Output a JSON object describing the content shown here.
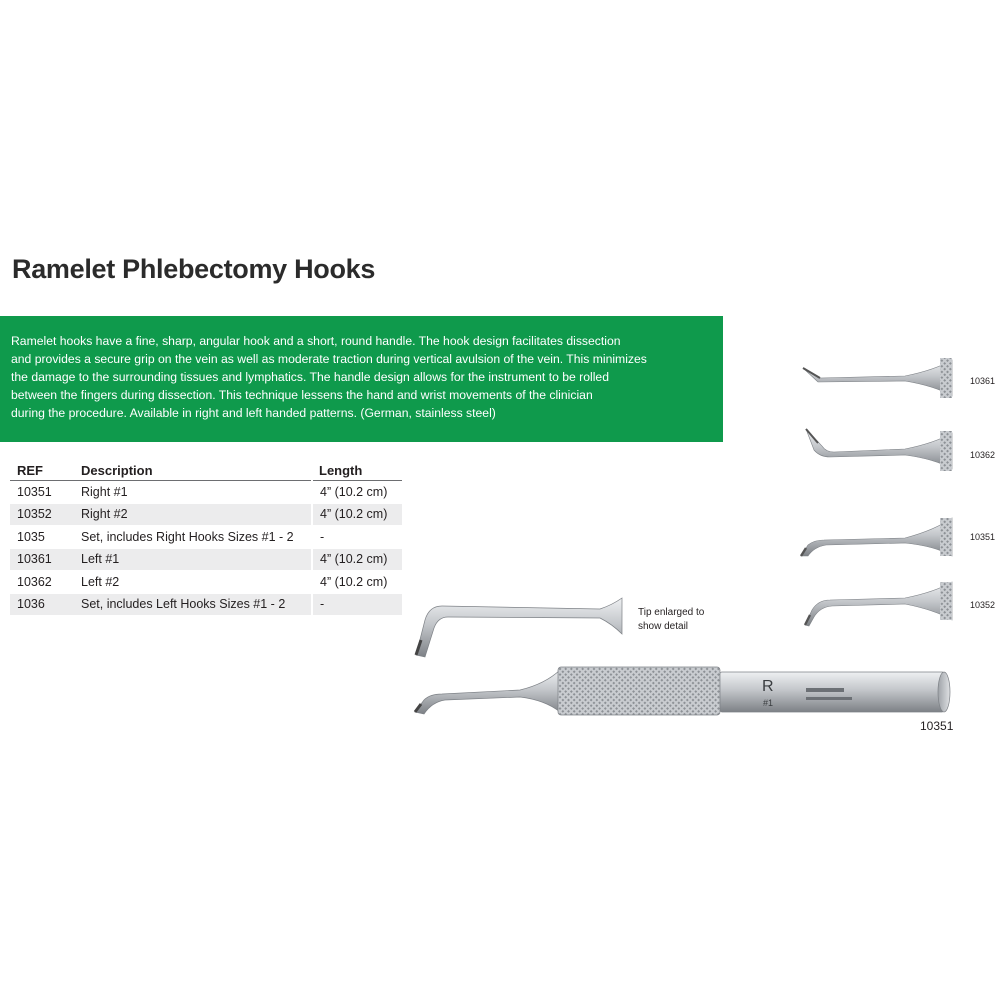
{
  "title": "Ramelet Phlebectomy Hooks",
  "description_lines": [
    "Ramelet hooks have a fine, sharp, angular hook  and a short, round handle. The hook design facilitates dissection",
    "and provides a secure grip on the vein  as well as moderate traction during vertical avulsion of the vein. This minimizes",
    "the damage to the surrounding tissues and lymphatics. The handle design allows for the instrument to be rolled",
    "between the fingers during dissection. This  technique lessens the hand and wrist movements of the clinician",
    "during the procedure. Available in right and left handed patterns. (German, stainless steel)"
  ],
  "table": {
    "headers": [
      "REF",
      "Description",
      "Length"
    ],
    "rows": [
      [
        "10351",
        "Right #1",
        "4” (10.2 cm)"
      ],
      [
        "10352",
        "Right #2",
        "4” (10.2 cm)"
      ],
      [
        "1035",
        "Set, includes Right Hooks Sizes #1 - 2",
        "-"
      ],
      [
        "10361",
        "Left #1",
        "4” (10.2 cm)"
      ],
      [
        "10362",
        "Left #2",
        "4” (10.2 cm)"
      ],
      [
        "1036",
        "Set, includes Left Hooks Sizes #1 - 2",
        "-"
      ]
    ]
  },
  "instrument_labels": {
    "l10361": "10361",
    "l10362": "10362",
    "l10351_small": "10351",
    "l10352": "10352",
    "l10351_main": "10351"
  },
  "tip_caption": [
    "Tip enlarged to",
    "show detail"
  ],
  "handle_marks": {
    "side_letter": "R",
    "side_number": "#1"
  },
  "colors": {
    "green": "#0f9a4c",
    "row_shade": "#ececed",
    "steel": "#b9bcc0"
  }
}
